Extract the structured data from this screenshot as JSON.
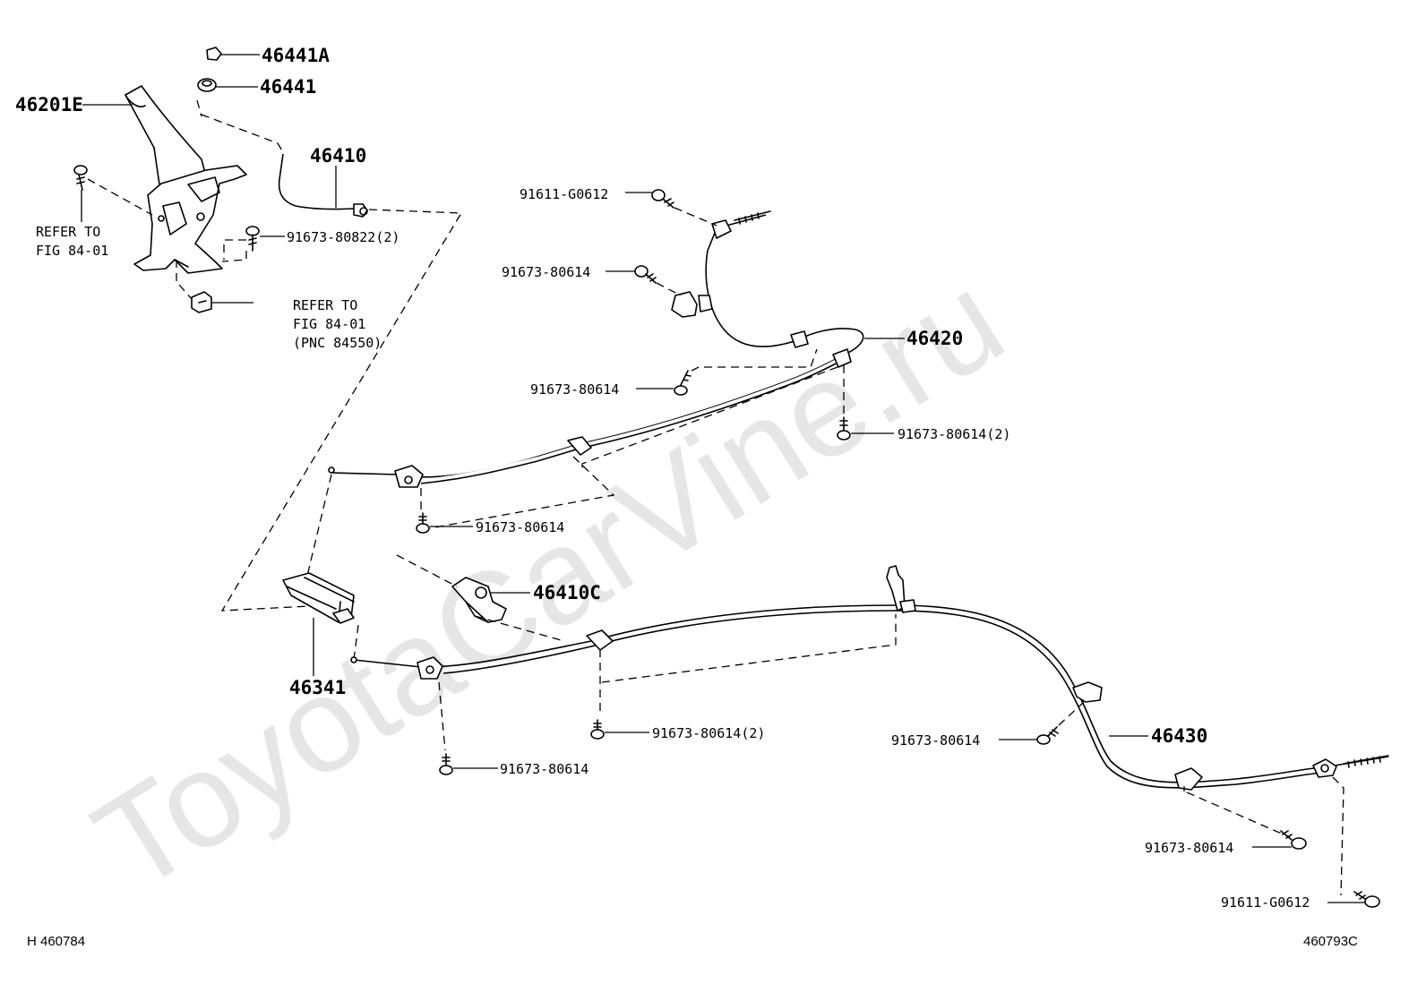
{
  "watermark": "ToyotaCarVine.ru",
  "labels": {
    "p46441A": "46441A",
    "p46441": "46441",
    "p46201E": "46201E",
    "p46410": "46410",
    "p46420": "46420",
    "p46410C": "46410C",
    "p46341": "46341",
    "p46430": "46430",
    "bolt_top_rear": "91611-G0612",
    "bolt_top_mid": "91673-80614",
    "bolt_upper_clip": "91673-80614",
    "bolt_upper_rear_2": "91673-80614(2)",
    "bolt_upper_front": "91673-80614",
    "bolt_lever": "91673-80822(2)",
    "bolt_lower_mid_2": "91673-80614(2)",
    "bolt_lower_front": "91673-80614",
    "bolt_lower_right": "91673-80614",
    "bolt_lower_rear": "91673-80614",
    "bolt_bottom_rear": "91611-G0612"
  },
  "refer_left": {
    "line1": "REFER TO",
    "line2": "FIG 84-01"
  },
  "refer_center": {
    "line1": "REFER TO",
    "line2": "FIG 84-01",
    "line3": "(PNC 84550)"
  },
  "footer": {
    "left_code": "H 460784",
    "right_code": "460793C"
  }
}
